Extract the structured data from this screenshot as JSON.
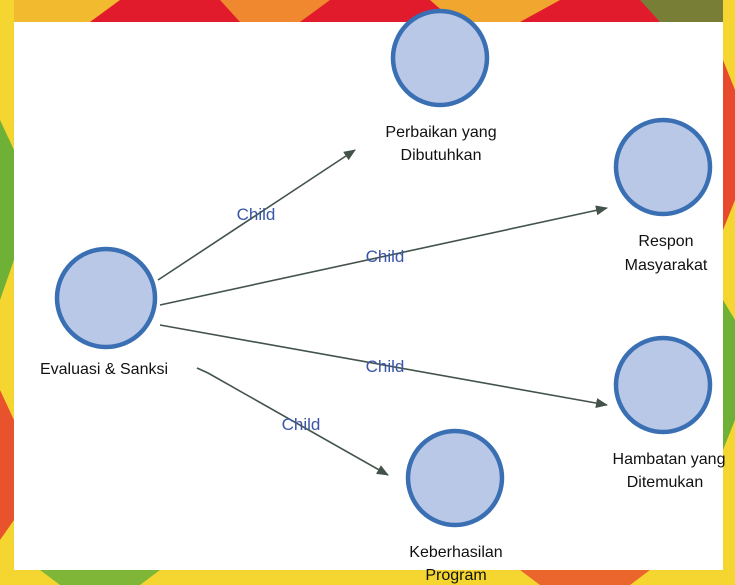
{
  "diagram": {
    "root": {
      "label": "Evaluasi & Sanksi"
    },
    "children": [
      {
        "label_lines": [
          "Perbaikan yang",
          "Dibutuhkan"
        ],
        "edge_label": "Child"
      },
      {
        "label_lines": [
          "Respon",
          "Masyarakat"
        ],
        "edge_label": "Child"
      },
      {
        "label_lines": [
          "Hambatan yang",
          "Ditemukan"
        ],
        "edge_label": "Child"
      },
      {
        "label_lines": [
          "Keberhasilan",
          "Program"
        ],
        "edge_label": "Child"
      }
    ]
  },
  "colors": {
    "node_fill": "#b8c8e6",
    "node_stroke": "#3b6fb3",
    "edge": "#43534a",
    "edge_label": "#3a56a8",
    "background_red": "#e21b2c",
    "background_yellow": "#f5d630",
    "background_green": "#4da83a"
  }
}
